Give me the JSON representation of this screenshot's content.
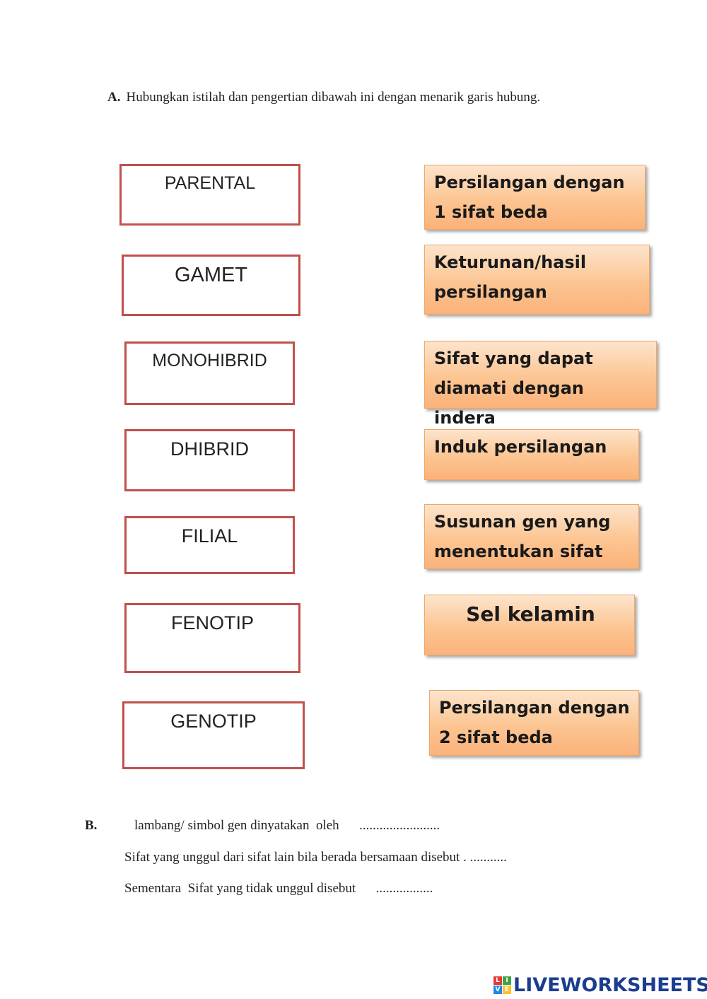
{
  "sectionA": {
    "marker": "A.",
    "instruction": "Hubungkan istilah dan pengertian dibawah ini dengan menarik garis hubung."
  },
  "terms": [
    "PARENTAL",
    "GAMET",
    "MONOHIBRID",
    "DHIBRID",
    "FILIAL",
    "FENOTIP",
    "GENOTIP"
  ],
  "definitions": [
    "Persilangan dengan 1 sifat beda",
    "Keturunan/hasil persilangan",
    "Sifat yang dapat diamati dengan indera",
    "Induk persilangan",
    "Susunan gen yang menentukan sifat",
    "Sel kelamin",
    "Persilangan dengan 2 sifat beda"
  ],
  "sectionB": {
    "marker": "B.",
    "lines": [
      "lambang/ simbol gen dinyatakan  oleh      ........................",
      "Sifat yang unggul dari sifat lain bila berada bersamaan disebut . ...........",
      "Sementara  Sifat yang tidak unggul disebut      ................."
    ]
  },
  "logo": {
    "grid_letters": [
      "L",
      "I",
      "V",
      "E"
    ],
    "text": "LIVEWORKSHEETS",
    "colors": [
      "#e53935",
      "#43a047",
      "#1e88e5",
      "#fbc02d"
    ]
  }
}
